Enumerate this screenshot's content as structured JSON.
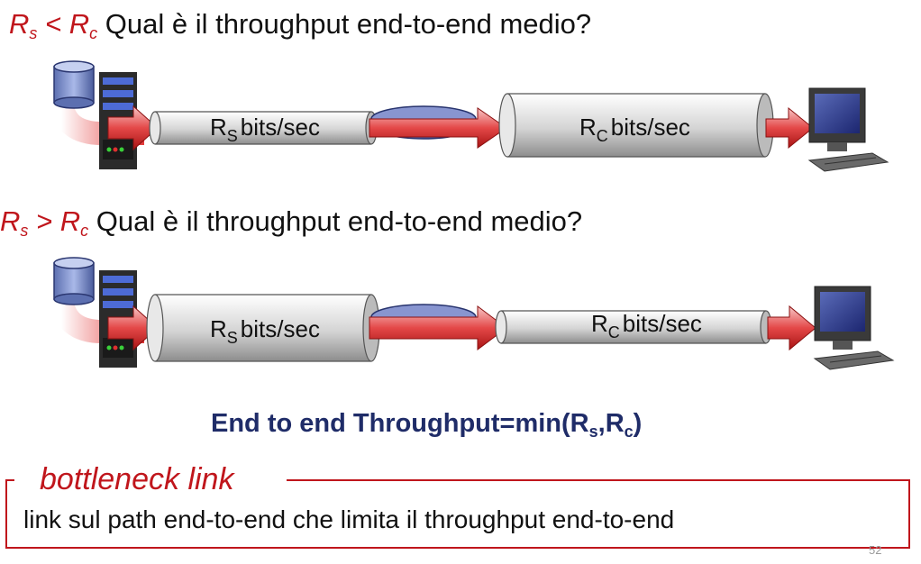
{
  "scenario1": {
    "cond_r1": "R",
    "cond_s1": "s",
    "cond_op": " < ",
    "cond_r2": "R",
    "cond_s2": "c",
    "question": "Qual è il throughput end-to-end medio?",
    "pipe1": {
      "r": "R",
      "sub": "S",
      "text": "bits/sec"
    },
    "pipe2": {
      "r": "R",
      "sub": "C",
      "text": "bits/sec"
    }
  },
  "scenario2": {
    "cond_r1": "R",
    "cond_s1": "s",
    "cond_op": " > ",
    "cond_r2": "R",
    "cond_s2": "c",
    "question": "Qual è il throughput end-to-end medio?",
    "pipe1": {
      "r": "R",
      "sub": "S",
      "text": "bits/sec"
    },
    "pipe2": {
      "r": "R",
      "sub": "C",
      "text": "bits/sec"
    }
  },
  "formula": {
    "prefix": "End to end Throughput=min(R",
    "s": "s",
    "comma": ",R",
    "c": "c",
    "suffix": ")"
  },
  "bottleneck": {
    "title": "bottleneck link",
    "text": "link sul path end-to-end che limita il throughput end-to-end"
  },
  "page_number": "52",
  "colors": {
    "accent": "#c0161c",
    "formula": "#1f2c68"
  },
  "icons": [
    "database-icon",
    "server-icon",
    "router-icon",
    "computer-icon",
    "arrow-icon"
  ]
}
